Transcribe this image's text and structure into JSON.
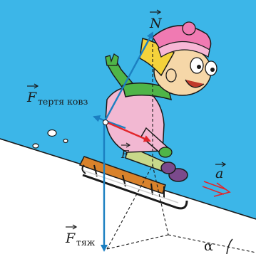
{
  "figure": {
    "labels": {
      "normal_force": "N",
      "friction_force_base": "F",
      "friction_force_sub": "тертя ковз",
      "gravity_force_base": "F",
      "gravity_force_sub": "тяж",
      "resultant_force": "F",
      "acceleration": "a",
      "angle": "α"
    },
    "colors": {
      "sky": "#3cb6e8",
      "ground": "#ffffff",
      "force_vector": "#1b7fc1",
      "resultant_vector": "#e2262b",
      "acceleration_arrow": "#e2262b",
      "dashed_lines": "#1a1a1a"
    }
  }
}
